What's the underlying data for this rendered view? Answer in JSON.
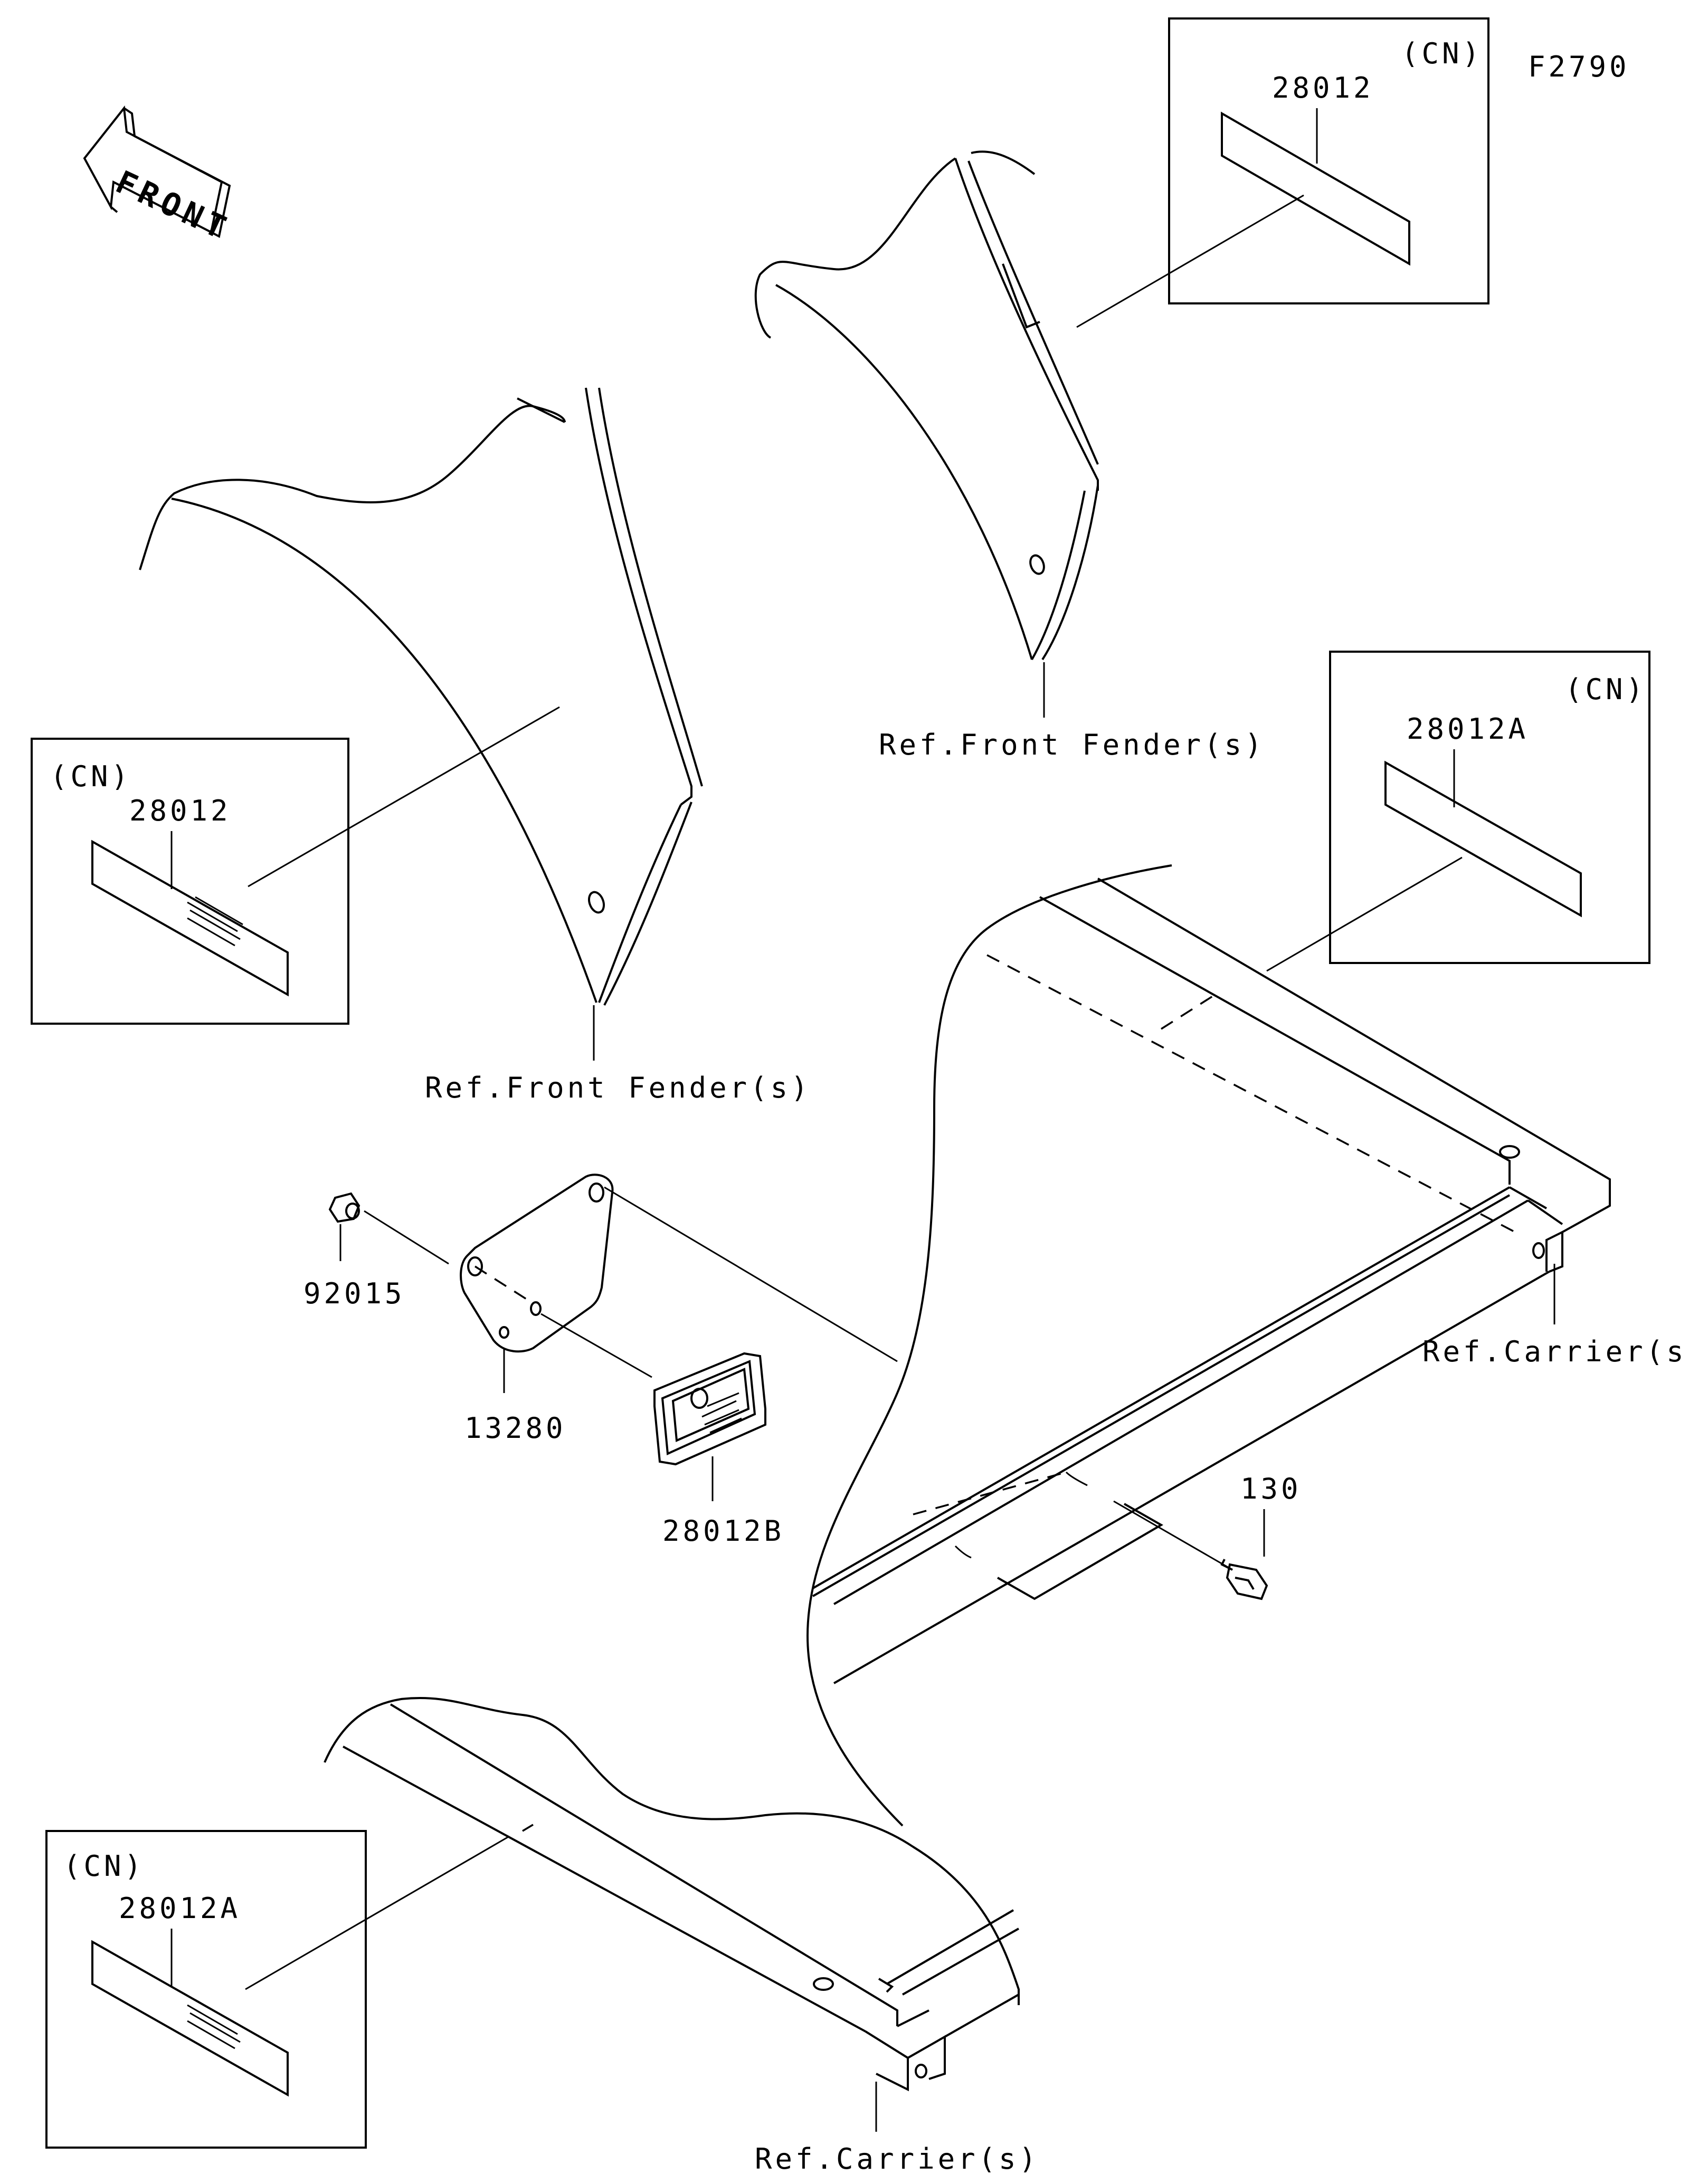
{
  "figure_code": "F2790",
  "front_arrow_label": "FRONT",
  "callouts": {
    "top_right_box": {
      "region": "(CN)",
      "part": "28012"
    },
    "left_box": {
      "region": "(CN)",
      "part": "28012"
    },
    "right_box": {
      "region": "(CN)",
      "part": "28012A"
    },
    "bottom_box": {
      "region": "(CN)",
      "part": "28012A"
    }
  },
  "parts": {
    "nut": "92015",
    "plate": "13280",
    "reflector": "28012B",
    "bolt": "130"
  },
  "references": {
    "fender_top": "Ref.Front Fender(s)",
    "fender_left": "Ref.Front Fender(s)",
    "carrier_right": "Ref.Carrier(s)",
    "carrier_bottom": "Ref.Carrier(s)"
  }
}
